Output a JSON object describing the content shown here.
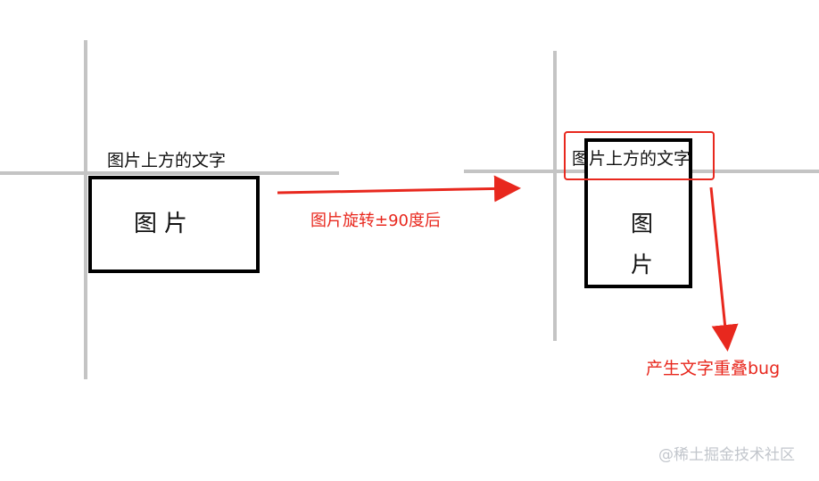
{
  "left_panel": {
    "label_above": "图片上方的文字",
    "image_text": "图片"
  },
  "transition": {
    "label": "图片旋转±90度后"
  },
  "right_panel": {
    "label_above": "图片上方的文字",
    "image_text_line1": "图",
    "image_text_line2": "片"
  },
  "annotation": {
    "label": "产生文字重叠bug"
  },
  "watermark": {
    "text": "@稀土掘金技术社区"
  },
  "colors": {
    "axis": "#c4c4c4",
    "box": "#000000",
    "highlight": "#e8281e"
  }
}
